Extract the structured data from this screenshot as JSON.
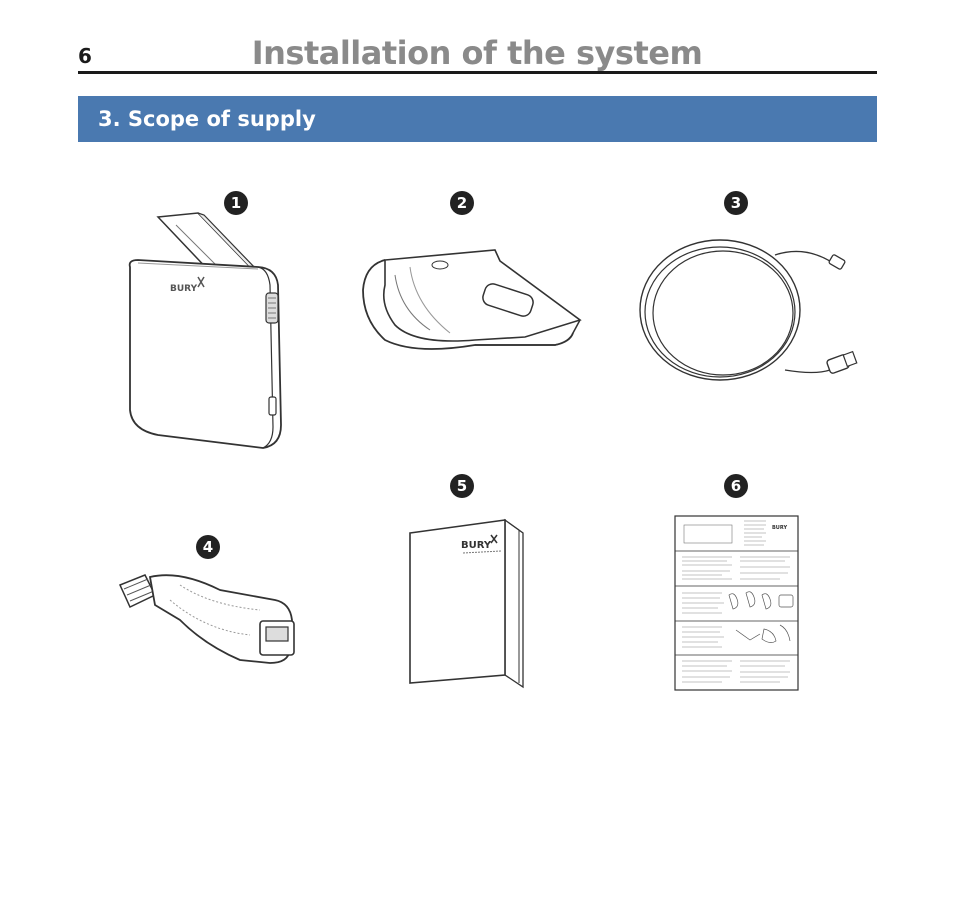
{
  "header": {
    "page_number": "6",
    "title": "Installation of the system"
  },
  "section": {
    "heading": "3. Scope of supply"
  },
  "items": [
    {
      "number": "1",
      "icon": "handsfree-device-icon"
    },
    {
      "number": "2",
      "icon": "visor-clip-icon"
    },
    {
      "number": "3",
      "icon": "usb-cable-icon"
    },
    {
      "number": "4",
      "icon": "car-charger-icon"
    },
    {
      "number": "5",
      "icon": "user-manual-icon"
    },
    {
      "number": "6",
      "icon": "quick-guide-icon"
    }
  ],
  "brand": {
    "logo_text": "BURY"
  },
  "colors": {
    "section_bar": "#4a79b0",
    "title_gray": "#8a8a8a",
    "badge": "#222222"
  }
}
